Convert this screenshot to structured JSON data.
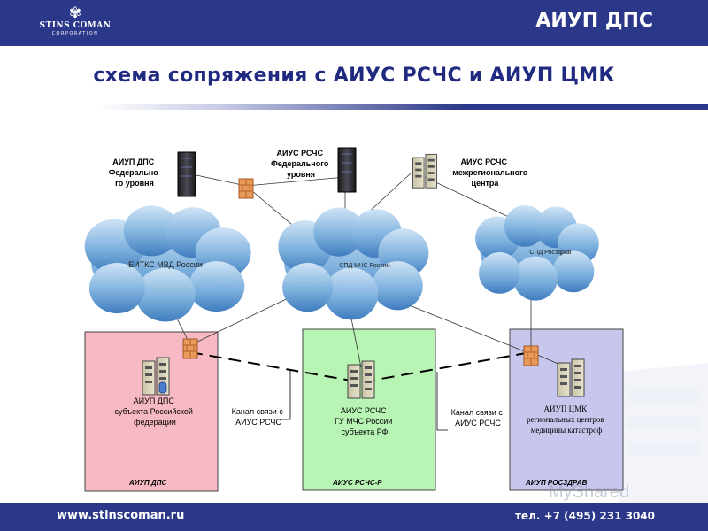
{
  "header": {
    "logo": {
      "name": "STINS COMAN",
      "sub": "CORPORATION",
      "mark": "✾"
    },
    "title": "АИУП ДПС"
  },
  "page_title": "схема сопряжения с АИУС РСЧС и АИУП ЦМК",
  "diagram": {
    "servers": {
      "aiup_dps_fed": [
        "АИУП ДПС",
        "Федерально",
        "го уровня"
      ],
      "aius_rschs_fed": [
        "АИУС РСЧС",
        "Федерального",
        "уровня"
      ],
      "aius_rschs_mezh": [
        "АИУС РСЧС",
        "межрегионального",
        "центра"
      ]
    },
    "clouds": {
      "eitks": "ЕИТКС МВД России",
      "spd_mchs": "СПД МЧС России",
      "spd_roszdrav": "СПД Росздрав"
    },
    "zones": {
      "aiup_dps": {
        "label": "АИУП ДПС",
        "server_text": [
          "АИУП ДПС",
          "субъекта Российской",
          "федерации"
        ]
      },
      "aius_rschs_r": {
        "label": "АИУС РСЧС-Р",
        "server_text": [
          "АИУС РСЧС",
          "ГУ МЧС России",
          "субъекта РФ"
        ]
      },
      "aiup_roszdrav": {
        "label": "АИУП РОСЗДРАВ",
        "server_text": [
          "АИУП ЦМК",
          "региональных центров",
          "медицины катастроф"
        ]
      }
    },
    "channels": {
      "left": [
        "Канал связи с",
        "АИУС РСЧС"
      ],
      "right": [
        "Канал связи с",
        "АИУС РСЧС"
      ]
    },
    "colors": {
      "navy": "#2b3788",
      "zone_pink": "#f7b9c3",
      "zone_green": "#b8f4b4",
      "zone_lavender": "#c7c6ec",
      "cloud": "#6fa8d6"
    }
  },
  "watermark": "MyShared",
  "footer": {
    "site": "www.stinscoman.ru",
    "phone": "тел. +7 (495) 231 3040"
  }
}
